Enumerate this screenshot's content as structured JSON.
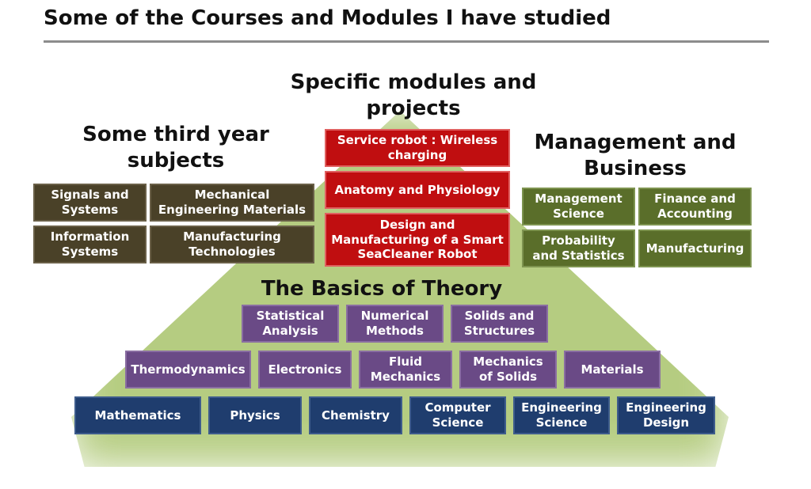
{
  "title": "Some of the Courses and Modules I have studied",
  "sections": {
    "third_year": {
      "heading": "Some third year subjects",
      "color": "#4a4128",
      "items": [
        "Signals and Systems",
        "Mechanical Engineering Materials",
        "Information Systems",
        "Manufacturing Technologies"
      ]
    },
    "specific": {
      "heading": "Specific modules and projects",
      "color": "#c00e10",
      "items": [
        "Service robot : Wireless charging",
        "Anatomy and Physiology",
        "Design and Manufacturing of a Smart SeaCleaner Robot"
      ]
    },
    "management": {
      "heading": "Management and Business",
      "color": "#5a6e2a",
      "items": [
        "Management Science",
        "Finance and Accounting",
        "Probability and Statistics",
        "Manufacturing"
      ]
    },
    "basics": {
      "heading": "The Basics of Theory",
      "purple_color": "#6a4a86",
      "blue_color": "#1f3d6e",
      "row1": [
        "Statistical Analysis",
        "Numerical Methods",
        "Solids and Structures"
      ],
      "row2": [
        "Thermodynamics",
        "Electronics",
        "Fluid Mechanics",
        "Mechanics of Solids",
        "Materials"
      ],
      "row3": [
        "Mathematics",
        "Physics",
        "Chemistry",
        "Computer Science",
        "Engineering Science",
        "Engineering Design"
      ]
    }
  }
}
